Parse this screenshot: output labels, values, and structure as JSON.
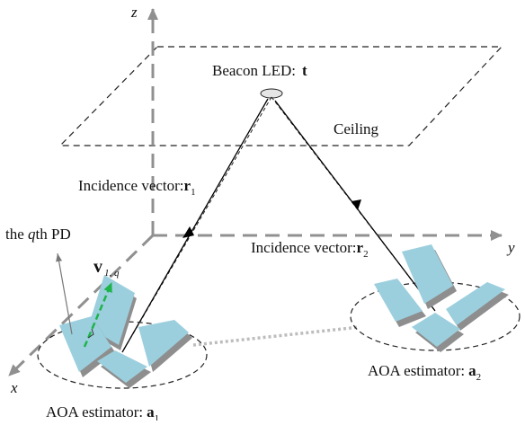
{
  "axes": {
    "x": "x",
    "y": "y",
    "z": "z"
  },
  "labels": {
    "beacon_text": "Beacon LED:",
    "beacon_symbol": "t",
    "ceiling": "Ceiling",
    "incidence_1_text": "Incidence vector:",
    "incidence_1_symbol": "r",
    "incidence_1_sub": "1",
    "incidence_2_text": "Incidence vector:",
    "incidence_2_symbol": "r",
    "incidence_2_sub": "2",
    "pd_prefix": "the ",
    "pd_q": "q",
    "pd_suffix": "th PD",
    "v_symbol": "v",
    "v_sub": "1, q",
    "aoa_1_text": "AOA estimator:",
    "aoa_1_symbol": "a",
    "aoa_1_sub": "1",
    "aoa_2_text": "AOA estimator:",
    "aoa_2_symbol": "a",
    "aoa_2_sub": "2"
  },
  "colors": {
    "axis": "#909090",
    "panel": "#9ccfde",
    "panel_shadow": "#8e8e8e",
    "normal_vector": "#1fb34b",
    "link": "#bdbdbd",
    "line": "#000000"
  }
}
